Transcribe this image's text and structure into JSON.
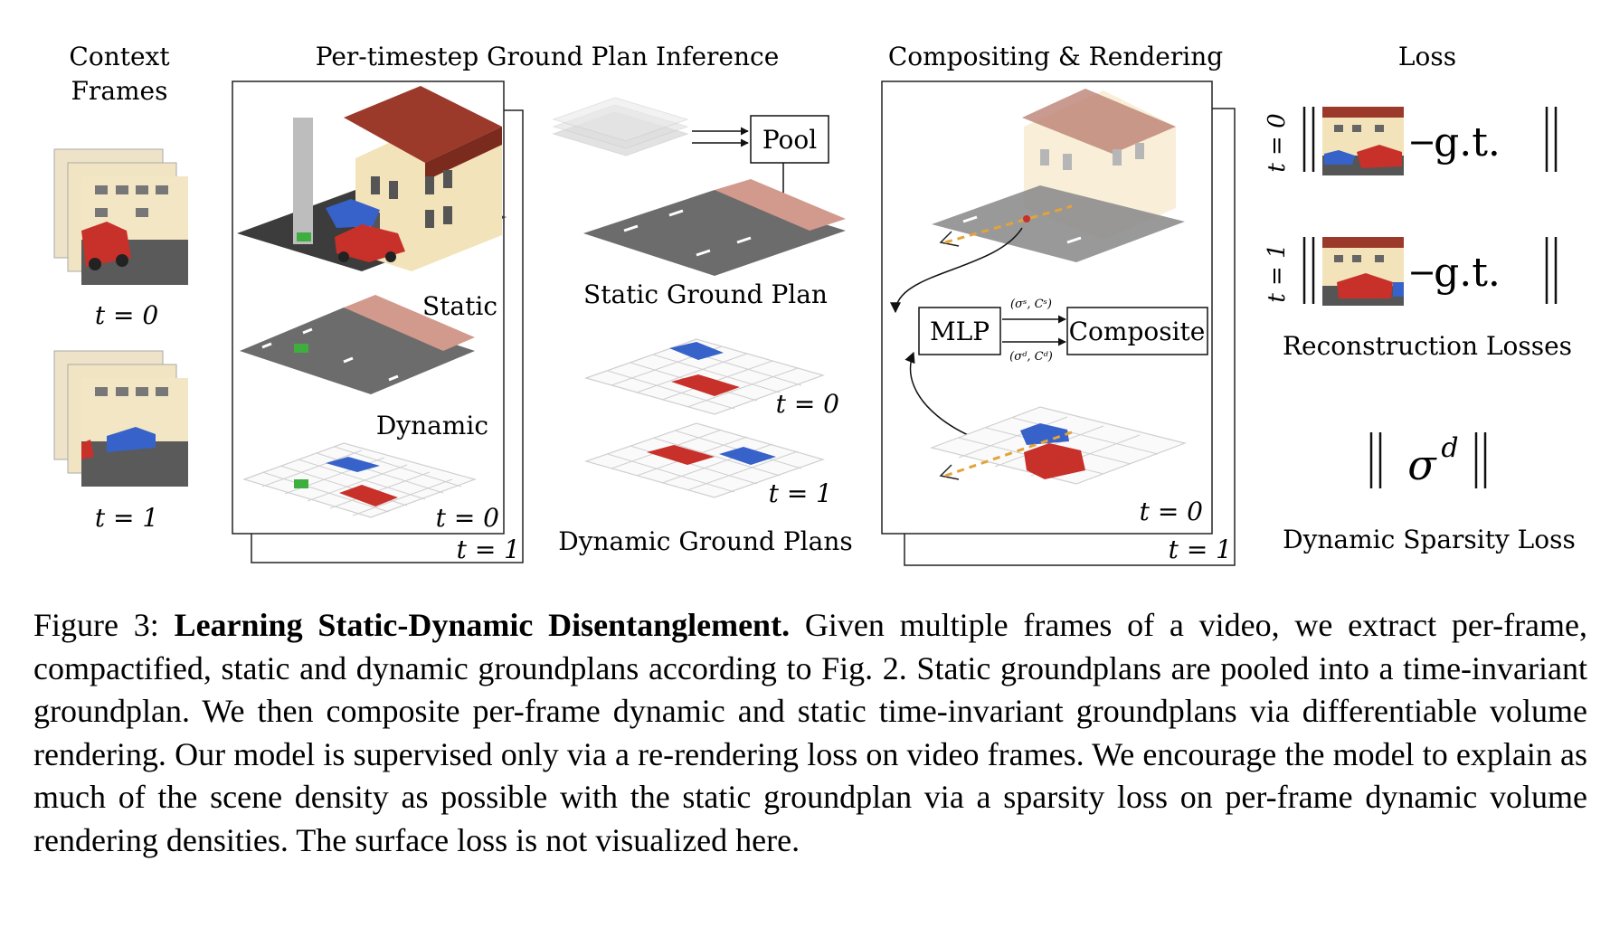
{
  "figure": {
    "headers": {
      "context_line1": "Context",
      "context_line2": "Frames",
      "ground_plan": "Per-timestep Ground Plan Inference",
      "compositing": "Compositing & Rendering",
      "loss": "Loss"
    },
    "labels": {
      "t0": "t = 0",
      "t1": "t = 1",
      "static": "Static",
      "dynamic": "Dynamic",
      "pool": "Pool",
      "static_ground_plan": "Static Ground Plan",
      "dynamic_ground_plans": "Dynamic Ground Plans",
      "mlp": "MLP",
      "composite": "Composite",
      "sigma_s": "(σˢ, Cˢ)",
      "sigma_d": "(σᵈ, Cᵈ)",
      "gt": "g.t.",
      "minus": "−",
      "reconstruction_losses": "Reconstruction Losses",
      "sigma_d_loss": "σ",
      "sigma_d_sup": "d",
      "dynamic_sparsity_loss": "Dynamic Sparsity Loss"
    },
    "colors": {
      "building": "#f3e3bb",
      "roof": "#9b3a2a",
      "road": "#5e5e5e",
      "grid_line": "#cfcfcf",
      "car_red": "#c8302a",
      "car_blue": "#3662c9",
      "static_roof_tile": "#d29a8c",
      "green_marker": "#3eae3e"
    }
  },
  "caption": {
    "label": "Figure 3:",
    "title": "Learning Static-Dynamic Disentanglement.",
    "text": "Given multiple frames of a video, we extract per-frame, compactified, static and dynamic groundplans according to Fig. 2. Static groundplans are pooled into a time-invariant groundplan. We then composite per-frame dynamic and static time-invariant groundplans via differentiable volume rendering. Our model is supervised only via a re-rendering loss on video frames. We encourage the model to explain as much of the scene density as possible with the static groundplan via a sparsity loss on per-frame dynamic volume rendering densities. The surface loss is not visualized here."
  }
}
